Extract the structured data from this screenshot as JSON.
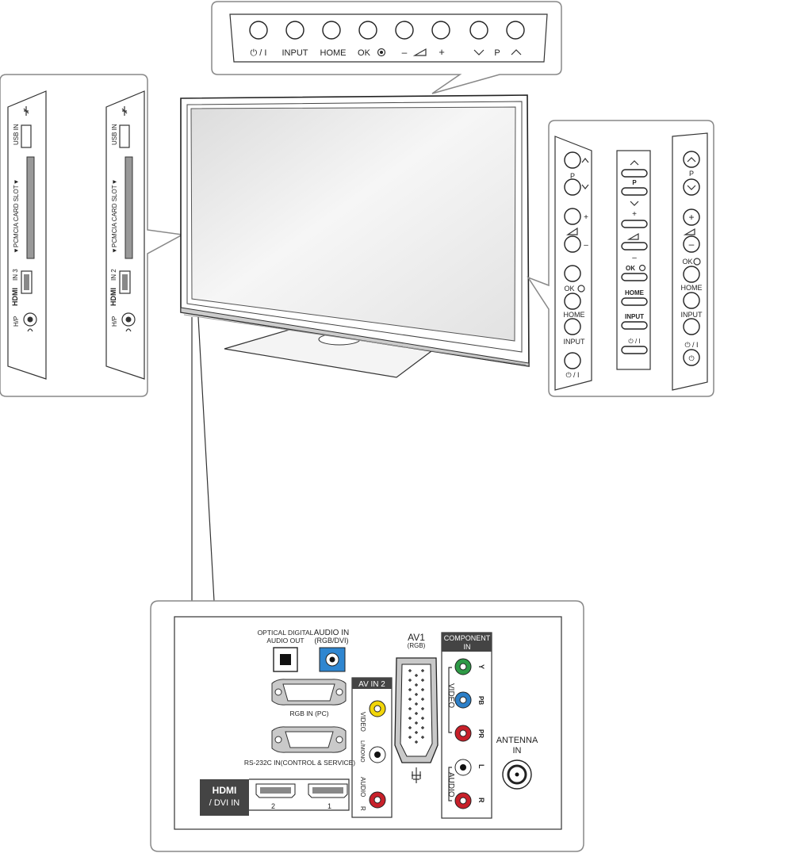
{
  "top_panel": {
    "power_label": "⏻ / I",
    "input_label": "INPUT",
    "home_label": "HOME",
    "ok_label": "OK",
    "vol_minus_label": "–",
    "vol_plus_label": "+",
    "prog_label": "P"
  },
  "left_panel": {
    "usb_label": "USB IN",
    "pcmcia_label": "▼PCMCIA CARD SLOT▼",
    "hdmi3_label": "IN 3",
    "hdmi2_label": "IN 2",
    "hdmi_logo": "HDMI",
    "hp_label": "H/P"
  },
  "right_panel": {
    "p_label": "P",
    "ok_label": "OK",
    "home_label": "HOME",
    "input_label": "INPUT",
    "power_label": "⏻ / I",
    "plus_label": "+",
    "minus_label": "–"
  },
  "rear_panel": {
    "optical_label_1": "OPTICAL DIGITAL",
    "optical_label_2": "AUDIO OUT",
    "audio_in_label_1": "AUDIO IN",
    "audio_in_label_2": "(RGB/DVI)",
    "rgb_in_label": "RGB IN (PC)",
    "rs232_label": "RS-232C IN(CONTROL & SERVICE)",
    "hdmi_logo": "HDMI",
    "hdmi_dvi_label": "/ DVI IN",
    "hdmi_port_2": "2",
    "hdmi_port_1": "1",
    "av_in2_label": "AV IN 2",
    "av_video_label": "VIDEO",
    "av_mono_label": "L/MONO",
    "av_audio_label": "AUDIO",
    "av_r_label": "R",
    "av1_label": "AV1",
    "av1_sub": "(RGB)",
    "component_label_1": "COMPONENT",
    "component_label_2": "IN",
    "comp_y": "Y",
    "comp_pb": "PB",
    "comp_pr": "PR",
    "comp_video": "VIDEO",
    "comp_l": "L",
    "comp_r": "R",
    "comp_audio": "AUDIO",
    "antenna_label_1": "ANTENNA",
    "antenna_label_2": "IN"
  },
  "colors": {
    "jack_yellow": "#f2d60a",
    "jack_green": "#2e9a46",
    "jack_blue": "#2c7fc8",
    "jack_red": "#c8202a",
    "jack_white": "#ffffff",
    "audio_in_blue": "#2f86d0"
  }
}
